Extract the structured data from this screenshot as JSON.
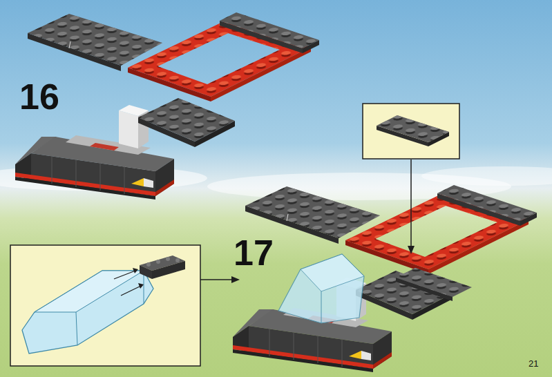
{
  "diagram": {
    "labels": [
      "16",
      "17",
      "21"
    ]
  }
}
